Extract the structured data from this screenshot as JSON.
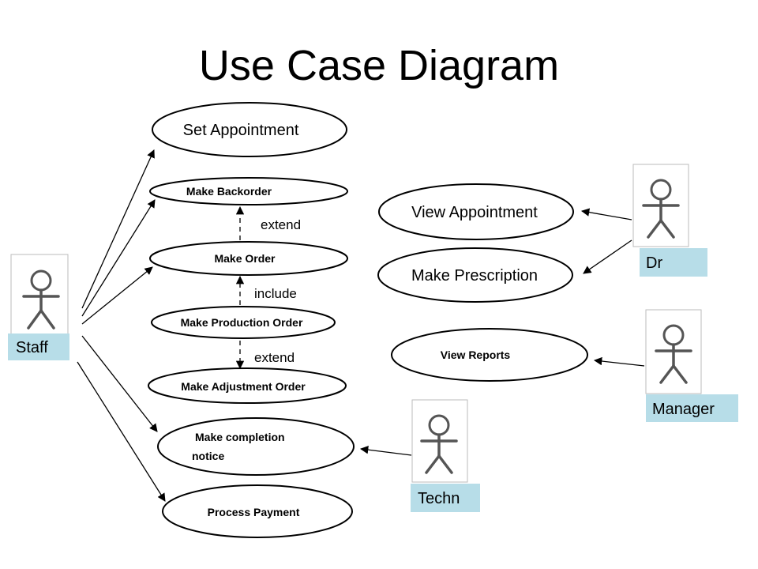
{
  "title": "Use Case Diagram",
  "use_cases": {
    "set_appointment": "Set Appointment",
    "make_backorder": "Make Backorder",
    "make_order": "Make Order",
    "make_production_order": "Make Production Order",
    "make_adjustment_order": "Make Adjustment Order",
    "make_completion_notice_line1": "Make completion",
    "make_completion_notice_line2": "notice",
    "process_payment": "Process Payment",
    "view_appointment": "View Appointment",
    "make_prescription": "Make Prescription",
    "view_reports": "View Reports"
  },
  "relations": {
    "extend_1": "extend",
    "include": "include",
    "extend_2": "extend"
  },
  "actors": {
    "staff": "Staff",
    "dr": "Dr",
    "manager": "Manager",
    "techn": "Techn"
  }
}
